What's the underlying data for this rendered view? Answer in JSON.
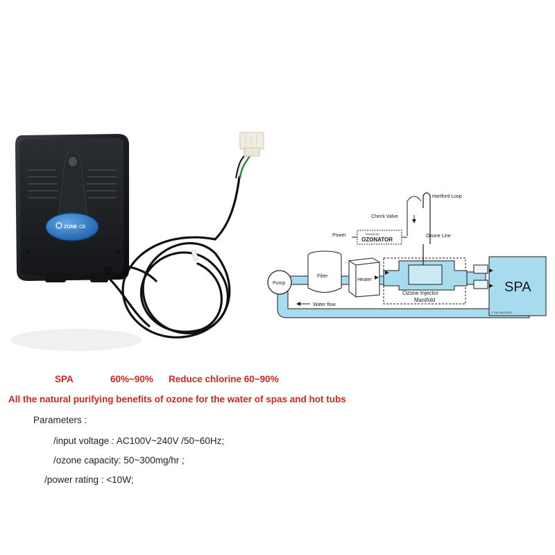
{
  "device": {
    "badge_text": "ZONE",
    "badge_mark": "CE"
  },
  "diagram": {
    "labels": {
      "hartford_loop": "Hartford Loop",
      "check_valve": "Check Valve",
      "power": "Power",
      "ozonator_small": "ENHANCED",
      "ozonator": "OZONATOR",
      "ozone_line": "Ozone Line",
      "filter": "Filter",
      "heater": "Heater",
      "pump": "Pump",
      "injector": "Ozone Injector",
      "manifold": "Manifold",
      "water_flow": "Water flow",
      "spa": "SPA",
      "spa_credit": "© THE SPA DEPOT"
    },
    "colors": {
      "pipe": "#a9dbee",
      "pipe_stroke": "#1a1a1a",
      "spa_fill": "#a9dbee"
    }
  },
  "caption": {
    "line1_spa": "SPA",
    "line1_pct": "60%~90%",
    "line1_reduce": "Reduce chlorine 60~90%",
    "line2": "All the natural purifying benefits of ozone for the water of spas and hot tubs",
    "color": "#d2261d"
  },
  "parameters": {
    "heading": "Parameters :",
    "input_voltage": "/input voltage : AC100V~240V /50~60Hz;",
    "ozone_capacity": "/ozone capacity: 50~300mg/hr ;",
    "power_rating": "/power rating :  <10W;"
  }
}
